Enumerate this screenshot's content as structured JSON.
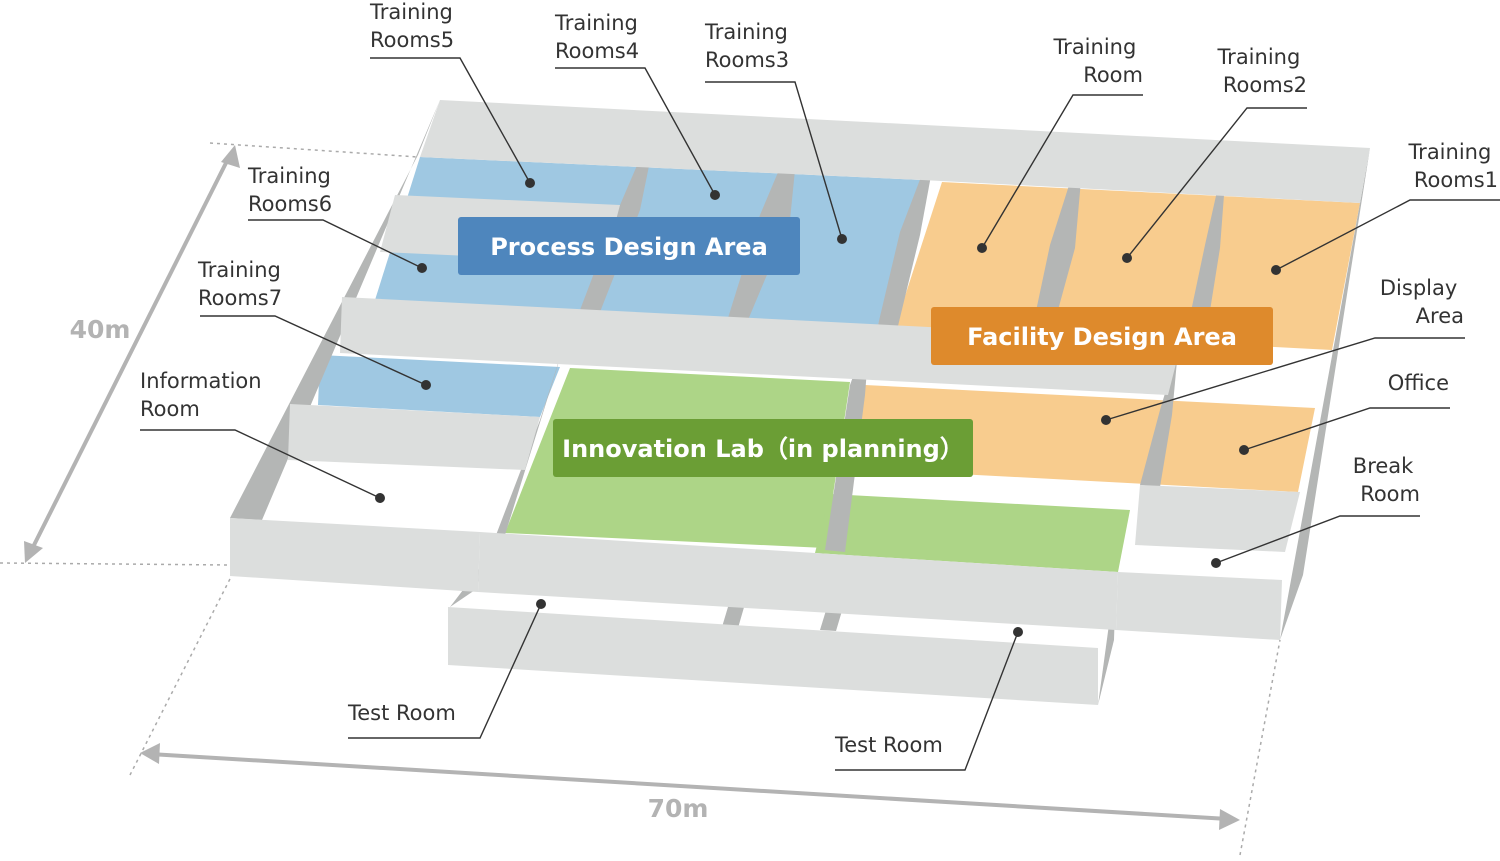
{
  "dimensions": {
    "depth": "40m",
    "width": "70m"
  },
  "areas": {
    "process": {
      "label": "Process Design Area",
      "color": "#4e86bd"
    },
    "facility": {
      "label": "Facility Design Area",
      "color": "#de8a2c"
    },
    "innovation": {
      "label": "Innovation Lab（in planning）",
      "color": "#6b9e35"
    }
  },
  "rooms": {
    "training5": [
      "Training",
      "Rooms5"
    ],
    "training4": [
      "Training",
      "Rooms4"
    ],
    "training3": [
      "Training",
      "Rooms3"
    ],
    "training": [
      "Training",
      "Room"
    ],
    "training2": [
      "Training",
      "Rooms2"
    ],
    "training1": [
      "Training",
      "Rooms1"
    ],
    "training6": [
      "Training",
      "Rooms6"
    ],
    "training7": [
      "Training",
      "Rooms7"
    ],
    "information": [
      "Information",
      "Room"
    ],
    "display": [
      "Display",
      "Area"
    ],
    "office": [
      "Office"
    ],
    "break": [
      "Break",
      "Room"
    ],
    "test_left": [
      "Test Room"
    ],
    "test_right": [
      "Test Room"
    ]
  },
  "colors": {
    "blue_room": "#9fc8e2",
    "orange_room": "#f8cc8e",
    "green_room": "#add587",
    "wall_top": "#dcdedd",
    "wall_side": "#b4b6b5"
  }
}
